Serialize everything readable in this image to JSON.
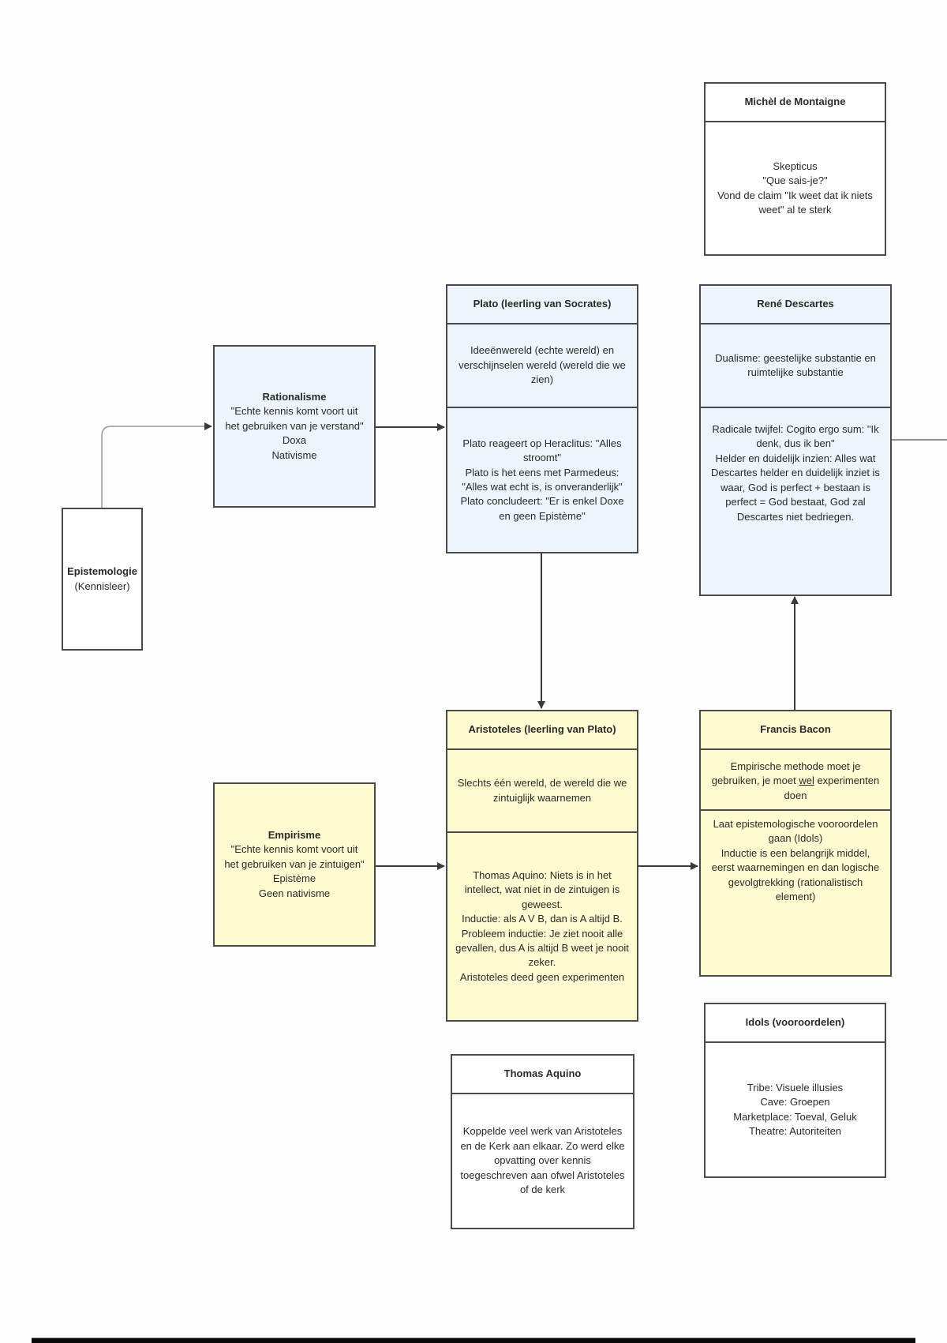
{
  "diagram": {
    "title_node": {
      "title": "Epistemologie",
      "subtitle": "(Kennisleer)"
    },
    "rationalisme": {
      "title": "Rationalisme",
      "lines": [
        "\"Echte kennis komt voort uit het gebruiken van je verstand\"",
        "Doxa",
        "Nativisme"
      ]
    },
    "empirisme": {
      "title": "Empirisme",
      "lines": [
        "\"Echte kennis komt voort uit het gebruiken van je zintuigen\"",
        "Epistème",
        "Geen nativisme"
      ]
    },
    "plato": {
      "header": "Plato (leerling van Socrates)",
      "section1": "Ideeënwereld (echte wereld) en verschijnselen wereld (wereld die we zien)",
      "section2_lines": [
        "Plato reageert op Heraclitus: \"Alles stroomt\"",
        "Plato is het eens met Parmedeus: \"Alles wat echt is, is onveranderlijk\"",
        "Plato concludeert: \"Er is enkel Doxe en geen Epistème\""
      ]
    },
    "aristoteles": {
      "header": "Aristoteles (leerling van Plato)",
      "section1": "Slechts één wereld, de wereld die we zintuiglijk waarnemen",
      "section2_lines": [
        "Thomas Aquino: Niets is in het intellect, wat niet in de zintuigen is geweest.",
        "Inductie: als A V B, dan is A altijd B.",
        "Probleem inductie: Je ziet nooit alle gevallen, dus A is altijd B weet je nooit zeker.",
        "Aristoteles deed geen experimenten"
      ]
    },
    "montaigne": {
      "header": "Michèl de Montaigne",
      "lines": [
        "Skepticus",
        "\"Que sais-je?\"",
        "Vond de claim \"Ik weet dat ik niets weet\" al te sterk"
      ]
    },
    "descartes": {
      "header": "René Descartes",
      "section1": "Dualisme: geestelijke substantie en ruimtelijke substantie",
      "section2_lines": [
        "Radicale twijfel: Cogito ergo sum: \"Ik denk, dus ik ben\"",
        "Helder en duidelijk inzien: Alles wat Descartes helder en duidelijk inziet is waar, God is perfect + bestaan is perfect = God bestaat, God zal Descartes niet bedriegen."
      ]
    },
    "bacon": {
      "header": "Francis Bacon",
      "section1_pre": "Empirische methode moet je gebruiken, je moet ",
      "section1_emph": "wel",
      "section1_post": " experimenten doen",
      "section2_lines": [
        "Laat epistemologische vooroordelen gaan (Idols)",
        "Inductie is een belangrijk middel,  eerst waarnemingen en dan logische gevolgtrekking (rationalistisch element)"
      ]
    },
    "aquino": {
      "header": "Thomas Aquino",
      "text": "Koppelde veel werk van Aristoteles en de Kerk aan elkaar. Zo werd elke opvatting over kennis toegeschreven aan ofwel Aristoteles of de kerk"
    },
    "idols": {
      "header": "Idols (vooroordelen)",
      "lines": [
        "Tribe: Visuele illusies",
        "Cave: Groepen",
        "Marketplace: Toeval, Geluk",
        "Theatre: Autoriteiten"
      ]
    },
    "colors": {
      "rationalism_fill": "#eef4fc",
      "empiricism_fill": "#fdfbcf",
      "border": "#4a4a4a",
      "connector": "#3a3a3a"
    }
  }
}
